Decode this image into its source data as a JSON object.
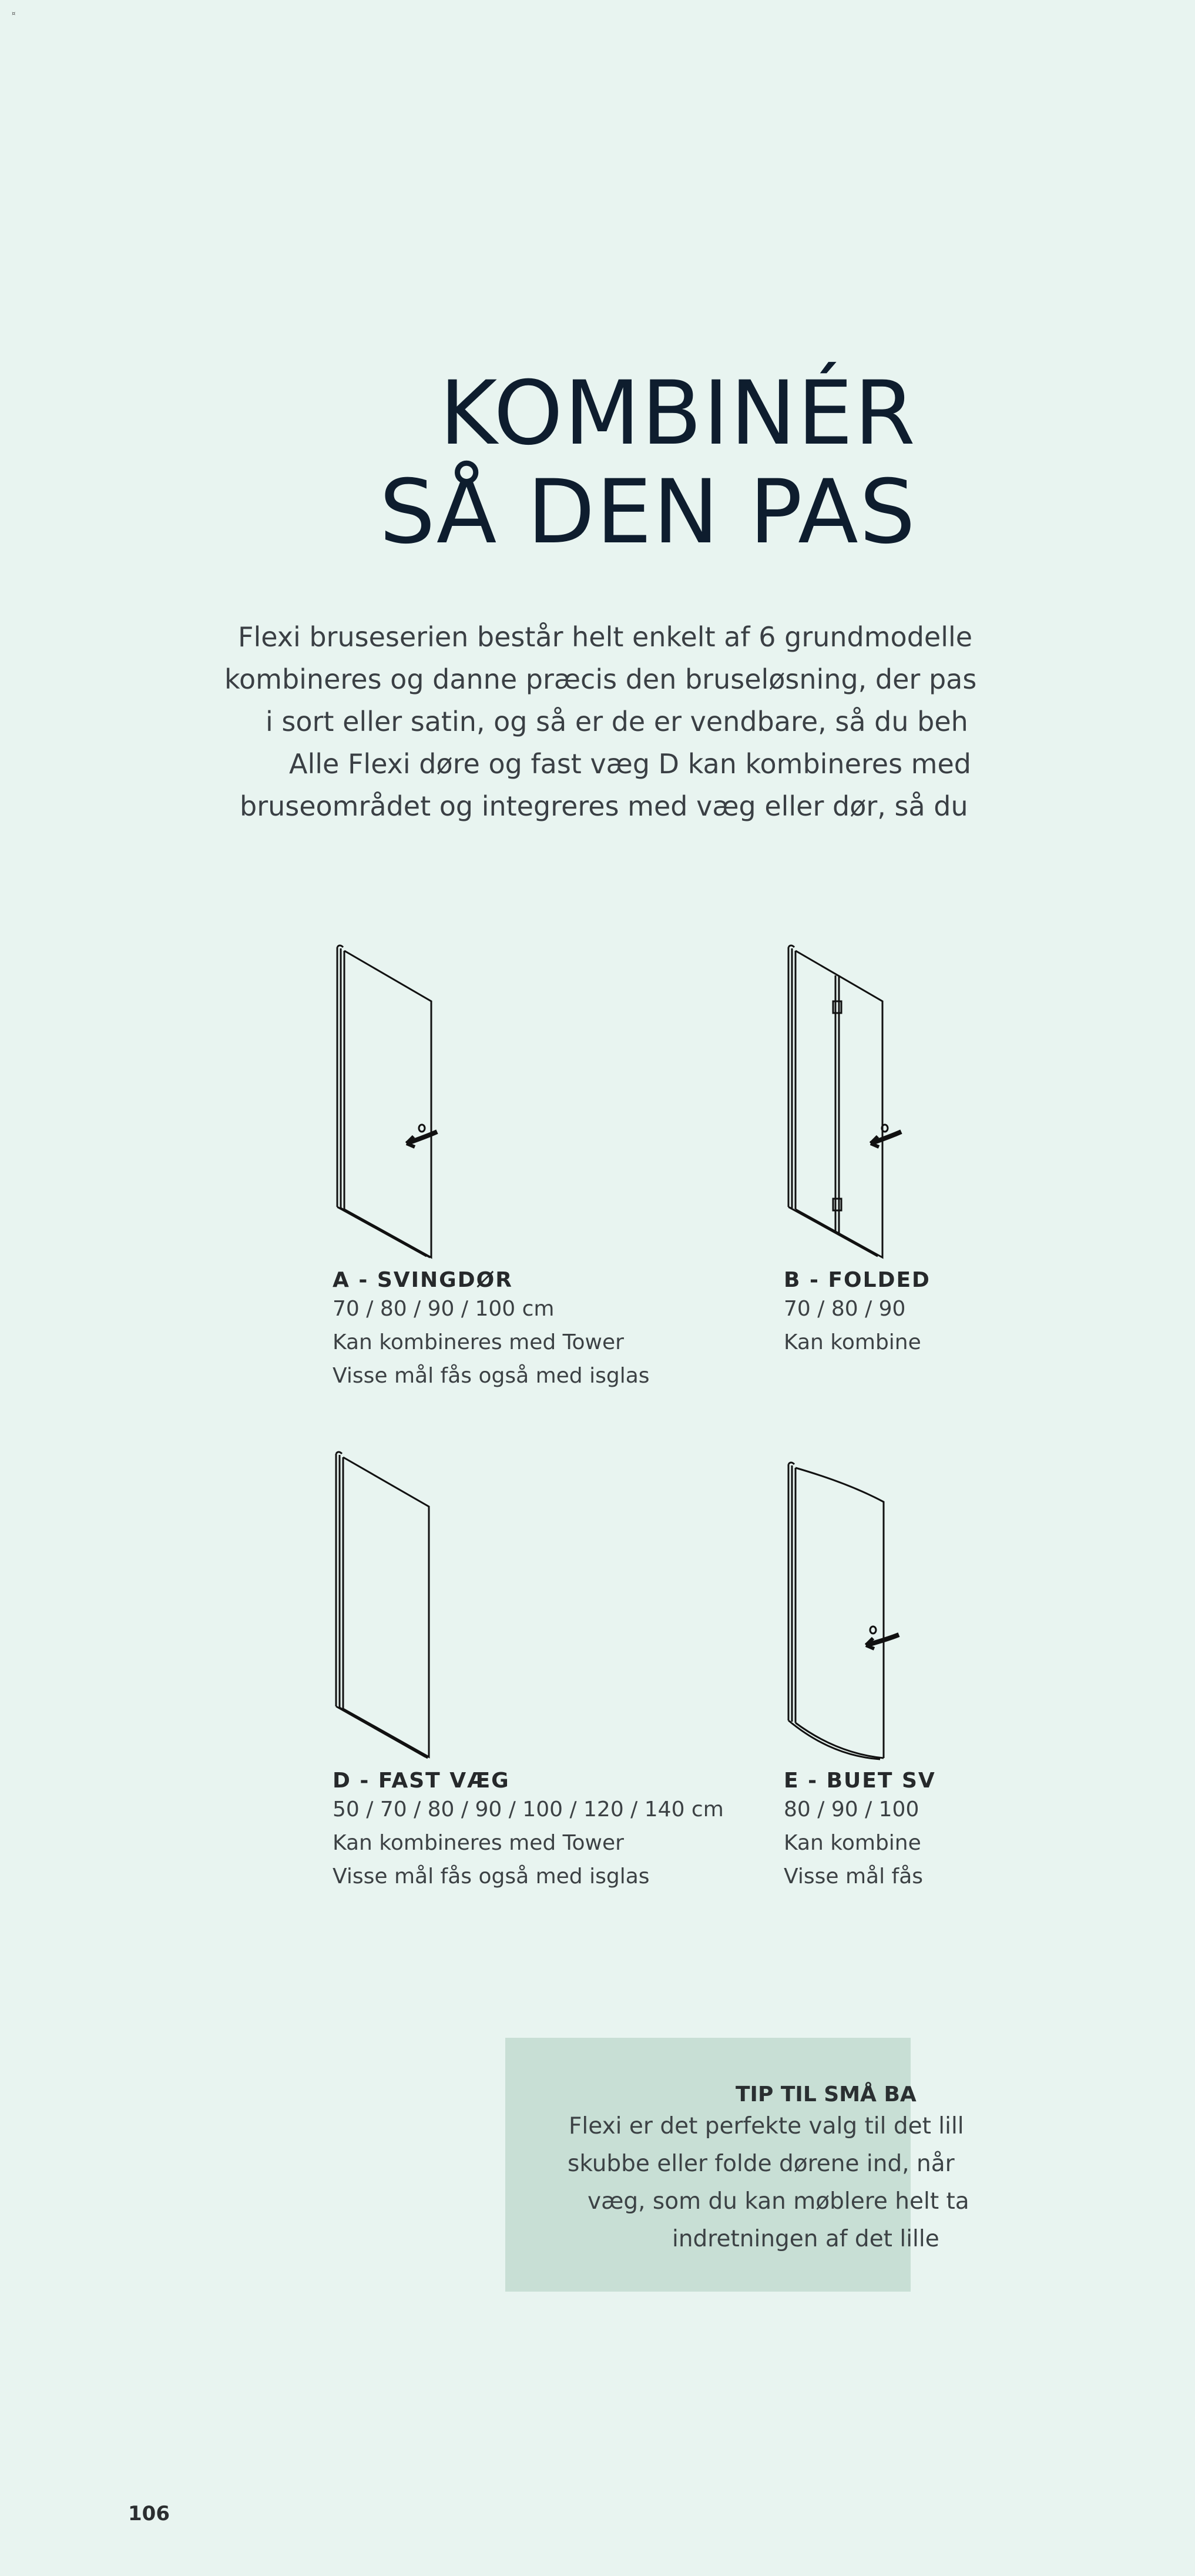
{
  "corner_mark": "¤",
  "headline": {
    "line1": "KOMBINÉR",
    "line2": "SÅ DEN PAS"
  },
  "intro": {
    "lines": [
      "Flexi bruseserien består helt enkelt af 6 grundmodelle",
      "kombineres og danne præcis den bruseløsning, der pas",
      "i  sort eller satin, og så er de er vendbare, så du beh",
      "Alle Flexi døre og fast væg D kan kombineres med",
      "bruseområdet og integreres med væg eller dør, så du"
    ]
  },
  "products": [
    {
      "title": "A - SVINGDØR",
      "sizes": "70 / 80 / 90 / 100 cm",
      "line2": "Kan kombineres med Tower",
      "line3": "Visse mål fås også med isglas",
      "icon": "swing-door-icon"
    },
    {
      "title": "B - FOLDED",
      "sizes": "70 / 80 / 90",
      "line2": "Kan kombine",
      "line3": "",
      "icon": "folding-door-icon"
    },
    {
      "title": "D - FAST VÆG",
      "sizes": "50 / 70 / 80 / 90 / 100 / 120 / 140 cm",
      "line2": "Kan kombineres med Tower",
      "line3": "Visse mål fås også med isglas",
      "icon": "fixed-wall-icon"
    },
    {
      "title": "E - BUET SV",
      "sizes": "80 / 90 / 100",
      "line2": "Kan kombine",
      "line3": "Visse mål fås",
      "icon": "curved-door-icon"
    }
  ],
  "tip": {
    "title": "TIP TIL SMÅ BA",
    "lines": [
      "Flexi er det perfekte valg til det lill",
      "skubbe eller folde dørene ind, når",
      "væg, som du kan møblere helt ta",
      "indretningen af det lille"
    ]
  },
  "page_number": "106",
  "colors": {
    "background": "#e8f4f0",
    "headline": "#0e1d2e",
    "tip_box": "#c8dfd5",
    "body_text": "#3a3f44"
  }
}
